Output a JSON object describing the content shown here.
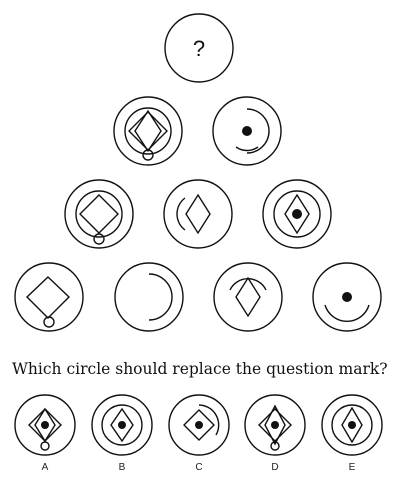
{
  "question_mark": "?",
  "question": "Which circle should replace the question mark?",
  "options": [
    "A",
    "B",
    "C",
    "D",
    "E"
  ],
  "stroke_color": "#111111",
  "icons": [
    "diamond-icon",
    "square-icon",
    "small-circle-icon",
    "dot-icon",
    "arc-icon"
  ]
}
